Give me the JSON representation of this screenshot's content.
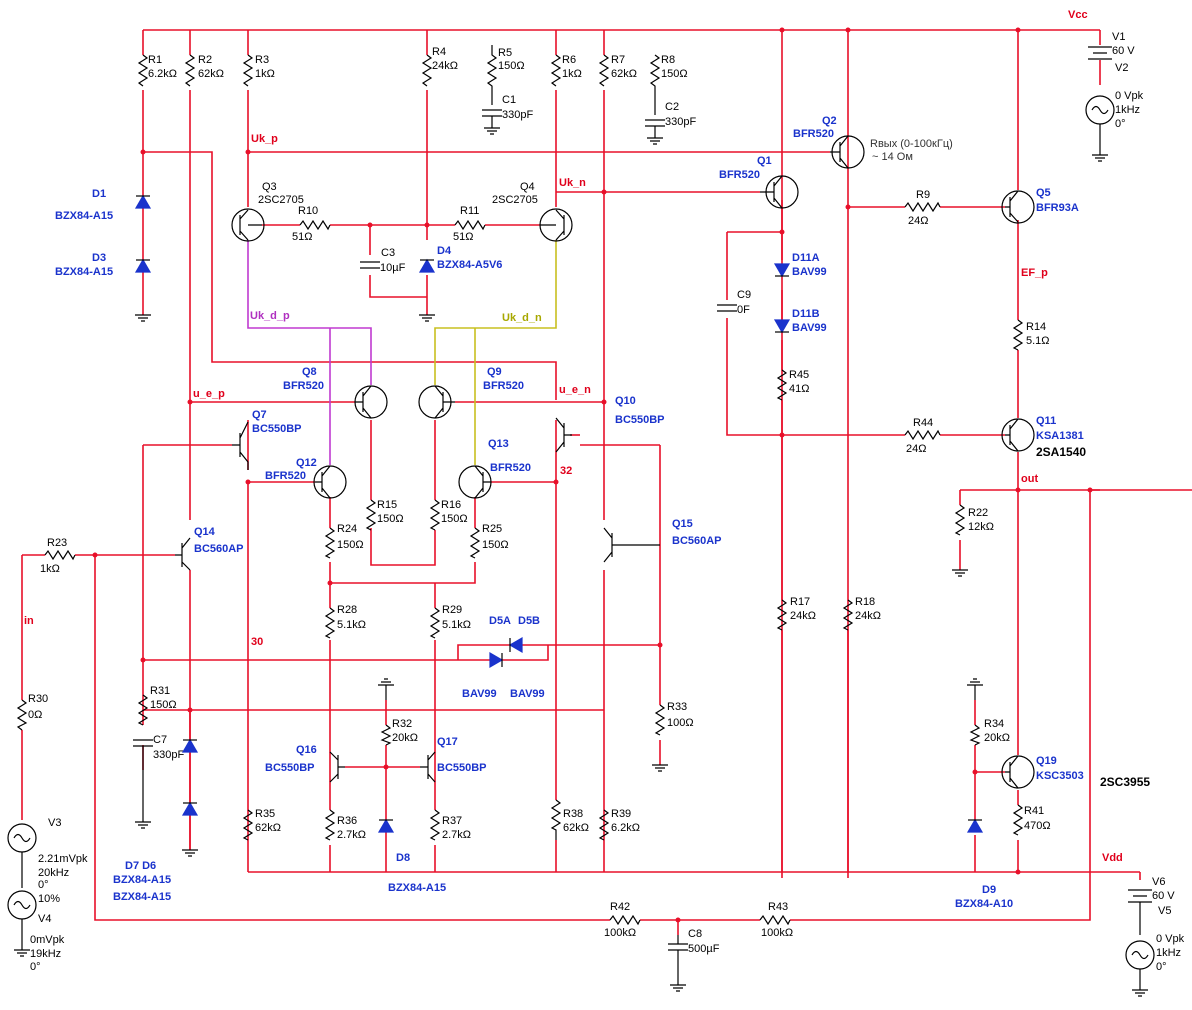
{
  "nets": {
    "vcc": "Vcc",
    "vdd": "Vdd",
    "uk_p": "Uk_p",
    "uk_n": "Uk_n",
    "uk_d_p": "Uk_d_p",
    "uk_d_n": "Uk_d_n",
    "u_e_p": "u_e_p",
    "u_e_n": "u_e_n",
    "ef_p": "EF_p",
    "out": "out",
    "in": "in",
    "n30": "30",
    "n32": "32"
  },
  "resistors": [
    {
      "ref": "R1",
      "val": "6.2kΩ"
    },
    {
      "ref": "R2",
      "val": "62kΩ"
    },
    {
      "ref": "R3",
      "val": "1kΩ"
    },
    {
      "ref": "R4",
      "val": "24kΩ"
    },
    {
      "ref": "R5",
      "val": "150Ω"
    },
    {
      "ref": "R6",
      "val": "1kΩ"
    },
    {
      "ref": "R7",
      "val": "62kΩ"
    },
    {
      "ref": "R8",
      "val": "150Ω"
    },
    {
      "ref": "R9",
      "val": "24Ω"
    },
    {
      "ref": "R10",
      "val": "51Ω"
    },
    {
      "ref": "R11",
      "val": "51Ω"
    },
    {
      "ref": "R14",
      "val": "5.1Ω"
    },
    {
      "ref": "R15",
      "val": "150Ω"
    },
    {
      "ref": "R16",
      "val": "150Ω"
    },
    {
      "ref": "R17",
      "val": "24kΩ"
    },
    {
      "ref": "R18",
      "val": "24kΩ"
    },
    {
      "ref": "R22",
      "val": "12kΩ"
    },
    {
      "ref": "R23",
      "val": "1kΩ"
    },
    {
      "ref": "R24",
      "val": "150Ω"
    },
    {
      "ref": "R25",
      "val": "150Ω"
    },
    {
      "ref": "R28",
      "val": "5.1kΩ"
    },
    {
      "ref": "R29",
      "val": "5.1kΩ"
    },
    {
      "ref": "R30",
      "val": "0Ω"
    },
    {
      "ref": "R31",
      "val": "150Ω"
    },
    {
      "ref": "R32",
      "val": "20kΩ"
    },
    {
      "ref": "R33",
      "val": "100Ω"
    },
    {
      "ref": "R34",
      "val": "20kΩ"
    },
    {
      "ref": "R35",
      "val": "62kΩ"
    },
    {
      "ref": "R36",
      "val": "2.7kΩ"
    },
    {
      "ref": "R37",
      "val": "2.7kΩ"
    },
    {
      "ref": "R38",
      "val": "62kΩ"
    },
    {
      "ref": "R39",
      "val": "6.2kΩ"
    },
    {
      "ref": "R41",
      "val": "470Ω"
    },
    {
      "ref": "R42",
      "val": "100kΩ"
    },
    {
      "ref": "R43",
      "val": "100kΩ"
    },
    {
      "ref": "R44",
      "val": "24Ω"
    },
    {
      "ref": "R45",
      "val": "41Ω"
    }
  ],
  "capacitors": [
    {
      "ref": "C1",
      "val": "330pF"
    },
    {
      "ref": "C2",
      "val": "330pF"
    },
    {
      "ref": "C3",
      "val": "10µF"
    },
    {
      "ref": "C7",
      "val": "330pF"
    },
    {
      "ref": "C8",
      "val": "500µF"
    },
    {
      "ref": "C9",
      "val": "0F"
    }
  ],
  "transistors": [
    {
      "ref": "Q1",
      "model": "BFR520"
    },
    {
      "ref": "Q2",
      "model": "BFR520"
    },
    {
      "ref": "Q3",
      "model": "2SC2705"
    },
    {
      "ref": "Q4",
      "model": "2SC2705"
    },
    {
      "ref": "Q5",
      "model": "BFR93A"
    },
    {
      "ref": "Q7",
      "model": "BC550BP"
    },
    {
      "ref": "Q8",
      "model": "BFR520"
    },
    {
      "ref": "Q9",
      "model": "BFR520"
    },
    {
      "ref": "Q10",
      "model": "BC550BP"
    },
    {
      "ref": "Q11",
      "model": "KSA1381"
    },
    {
      "ref": "Q12",
      "model": "BFR520"
    },
    {
      "ref": "Q13",
      "model": "BFR520"
    },
    {
      "ref": "Q14",
      "model": "BC560AP"
    },
    {
      "ref": "Q15",
      "model": "BC560AP"
    },
    {
      "ref": "Q16",
      "model": "BC550BP"
    },
    {
      "ref": "Q17",
      "model": "BC550BP"
    },
    {
      "ref": "Q19",
      "model": "KSC3503"
    }
  ],
  "diodes": [
    {
      "ref": "D1",
      "model": "BZX84-A15"
    },
    {
      "ref": "D3",
      "model": "BZX84-A15"
    },
    {
      "ref": "D4",
      "model": "BZX84-A5V6"
    },
    {
      "ref": "D5A",
      "model": "BAV99"
    },
    {
      "ref": "D5B",
      "model": "BAV99"
    },
    {
      "ref": "D7 D6",
      "model": "BZX84-A15"
    },
    {
      "ref": "D8",
      "model": "BZX84-A15"
    },
    {
      "ref": "D9",
      "model": "BZX84-A10"
    },
    {
      "ref": "D11A",
      "model": "BAV99"
    },
    {
      "ref": "D11B",
      "model": "BAV99"
    }
  ],
  "sources": {
    "V1": {
      "ref": "V1",
      "val": "60 V"
    },
    "V2": {
      "ref": "V2",
      "l1": "0 Vpk",
      "l2": "1kHz",
      "l3": "0°"
    },
    "V3": {
      "ref": "V3",
      "l1": "2.21mVpk",
      "l2": "20kHz",
      "l3": "0°",
      "l4": "10%"
    },
    "V4": {
      "ref": "V4",
      "l1": "0mVpk",
      "l2": "19kHz",
      "l3": "0°"
    },
    "V5": {
      "ref": "V5",
      "l1": "0 Vpk",
      "l2": "1kHz",
      "l3": "0°"
    },
    "V6": {
      "ref": "V6",
      "val": "60 V"
    }
  },
  "notes": {
    "rout1": "Rвых (0-100кГц)",
    "rout2": "~ 14 Ом",
    "q11_alt": "2SA1540",
    "q19_alt": "2SC3955",
    "d5_models": "BAV99   BAV99",
    "d6_second": "BZX84-A15"
  }
}
